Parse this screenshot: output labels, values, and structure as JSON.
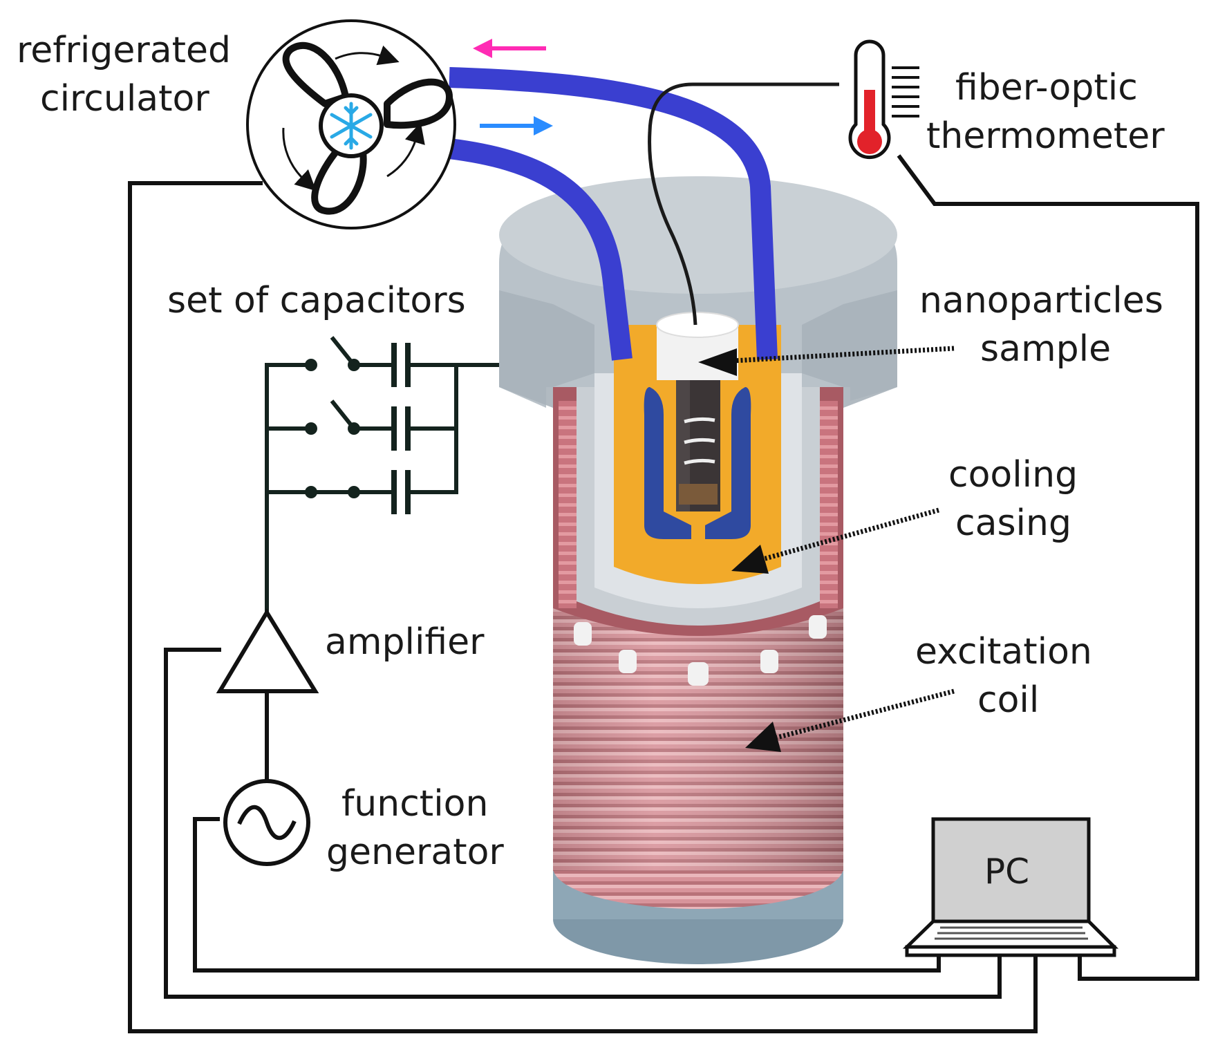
{
  "labels": {
    "circulator_l1": "refrigerated",
    "circulator_l2": "circulator",
    "thermo_l1": "fiber-optic",
    "thermo_l2": "thermometer",
    "capacitors": "set of capacitors",
    "sample_l1": "nanoparticles",
    "sample_l2": "sample",
    "casing_l1": "cooling",
    "casing_l2": "casing",
    "amplifier": "amplifier",
    "coil_l1": "excitation",
    "coil_l2": "coil",
    "gen_l1": "function",
    "gen_l2": "generator",
    "pc": "PC"
  },
  "colors": {
    "hose": "#3a3fd0",
    "arrow_return": "#ff2bb4",
    "arrow_supply": "#2a8cff",
    "coil": "#d9959c",
    "casing": "#f1a92a",
    "snowflake": "#29a9e6",
    "thermo_bulb": "#e2222a"
  },
  "icons": [
    "fan-icon",
    "snowflake-icon",
    "thermometer-icon",
    "laptop-icon",
    "switch-icon",
    "capacitor-icon",
    "amplifier-icon",
    "ac-source-icon"
  ]
}
